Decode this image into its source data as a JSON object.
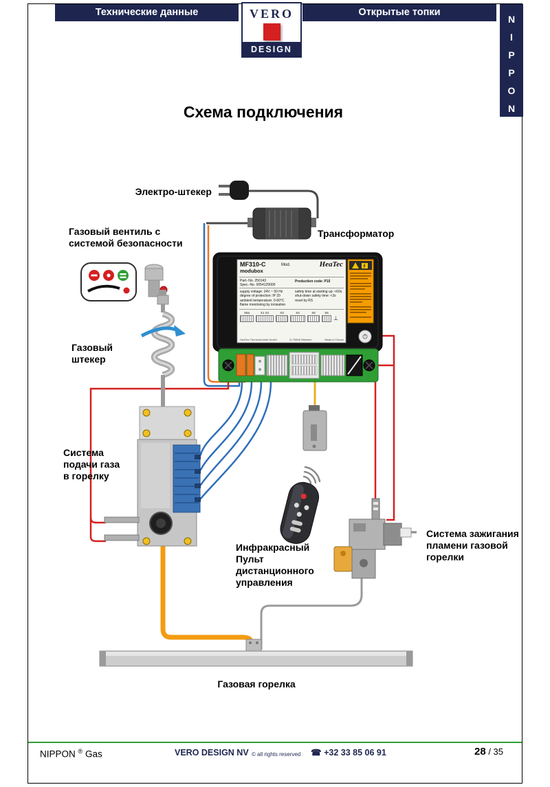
{
  "header": {
    "left_tab": "Технические данные",
    "right_tab": "Открытые топки",
    "logo_top": "VERO",
    "logo_bottom": "DESIGN",
    "side_brand": "NIPPON"
  },
  "title": "Схема подключения",
  "labels": {
    "electric_plug": "Электро-штекер",
    "transformer": "Трансформатор",
    "gas_valve": "Газовый вентиль с\nсистемой безопасности",
    "gas_plug": "Газовый\nштекер",
    "gas_supply": "Система\nподачи газа\nв горелку",
    "remote": "Инфракрасный\nПульт\nдистанционного\nуправления",
    "ignition": "Система зажигания\nпламени газовой\nгорелки",
    "burner": "Газовая горелка"
  },
  "control_box": {
    "model": "MF310-C",
    "mod": "Mod.",
    "series": "modubox",
    "brand": "HeaTec",
    "part_no": "Part.-No. 250143",
    "spec_no": "Spec.-No. 0054129000",
    "production_code": "Production code: P15",
    "specs_left": [
      "supply voltage: 24V ~ 50 Hz",
      "degree of protection: IP 20",
      "ambient temperature: 0-60°C",
      "flame monitoring by ionisation"
    ],
    "specs_right": [
      "safety time at starting up: <60s",
      "shut-down safety time: <3s",
      "reset by RS"
    ],
    "terminals": [
      "X6a",
      "X1 X2",
      "X3",
      "X4",
      "X5",
      "X6"
    ],
    "ground_symbol": "⊥",
    "maker": "HeaTec Thermotechnik GmbH",
    "maker_loc": "D-75908 Ötisheim",
    "made_in": "Made in France"
  },
  "footer": {
    "brand": "NIPPON",
    "reg": "®",
    "brand_suffix": "Gas",
    "company": "VERO DESIGN NV",
    "rights": "© all rights reserved",
    "phone_icon": "☎",
    "phone": "+32 33 85 06 91",
    "page": "28",
    "page_total": "/ 35"
  },
  "colors": {
    "navy": "#1e2650",
    "green": "#2f9e35",
    "logo_red": "#d42020",
    "wire_red": "#d42020",
    "wire_blue": "#2f6fba",
    "wire_orange": "#f39c12",
    "sticker_orange": "#f59c00"
  }
}
